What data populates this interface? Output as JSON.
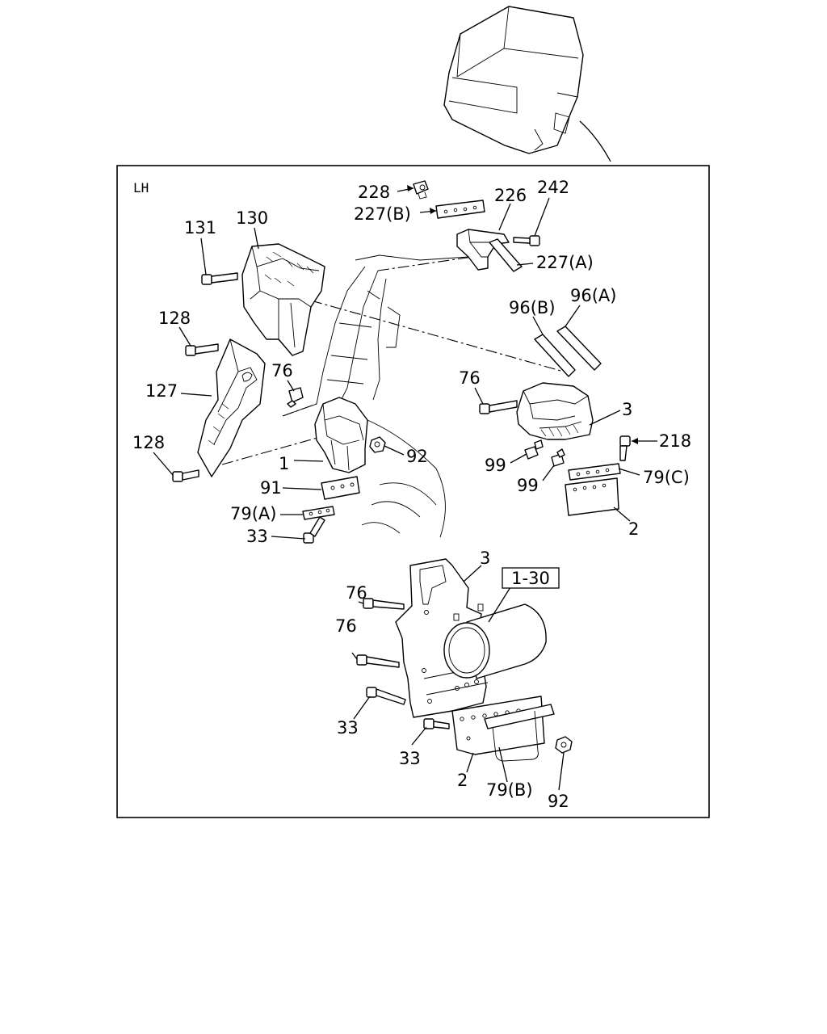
{
  "diagram": {
    "side_label": "LH",
    "ref_box": "1-30",
    "callouts": {
      "c228": "228",
      "c227b": "227(B)",
      "c226": "226",
      "c242": "242",
      "c227a": "227(A)",
      "c131": "131",
      "c130": "130",
      "c128a": "128",
      "c127": "127",
      "c76a": "76",
      "c128b": "128",
      "c1": "1",
      "c92a": "92",
      "c91": "91",
      "c79a": "79(A)",
      "c33a": "33",
      "c96b": "96(B)",
      "c96a": "96(A)",
      "c76b": "76",
      "c3a": "3",
      "c218": "218",
      "c99a": "99",
      "c99b": "99",
      "c79c": "79(C)",
      "c2a": "2",
      "c3b": "3",
      "c76c": "76",
      "c76d": "76",
      "c33b": "33",
      "c33c": "33",
      "c2b": "2",
      "c79b": "79(B)",
      "c92b": "92"
    }
  }
}
